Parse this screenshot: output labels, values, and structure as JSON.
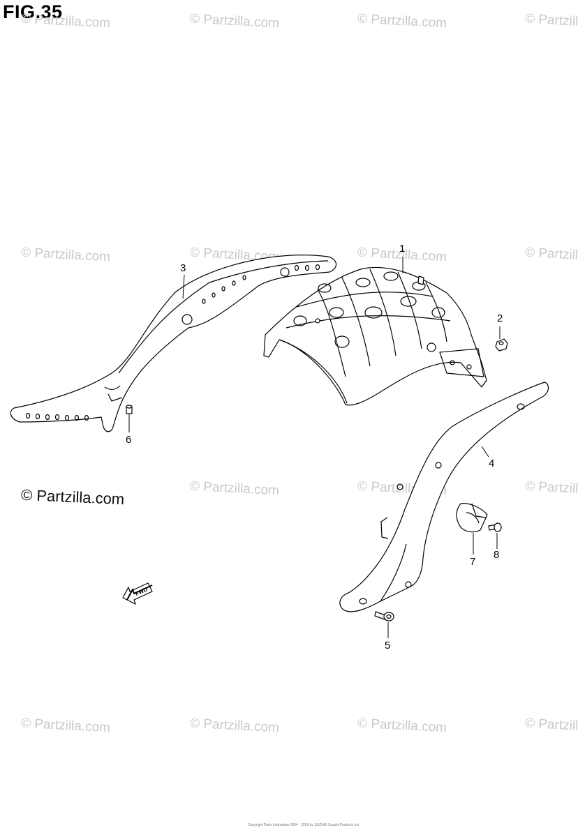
{
  "figure": {
    "title": "FIG.35"
  },
  "watermark": {
    "text": "© Partzilla.com",
    "main_text": "© Partzilla.com"
  },
  "callouts": [
    "1",
    "2",
    "3",
    "4",
    "5",
    "6",
    "7",
    "8"
  ],
  "fwd_arrow": {
    "label": "FWD"
  },
  "footer": {
    "text": "Copyright Parts Infomation 2004 - 2009 by SUZUKI Suzuki Products Inc."
  }
}
